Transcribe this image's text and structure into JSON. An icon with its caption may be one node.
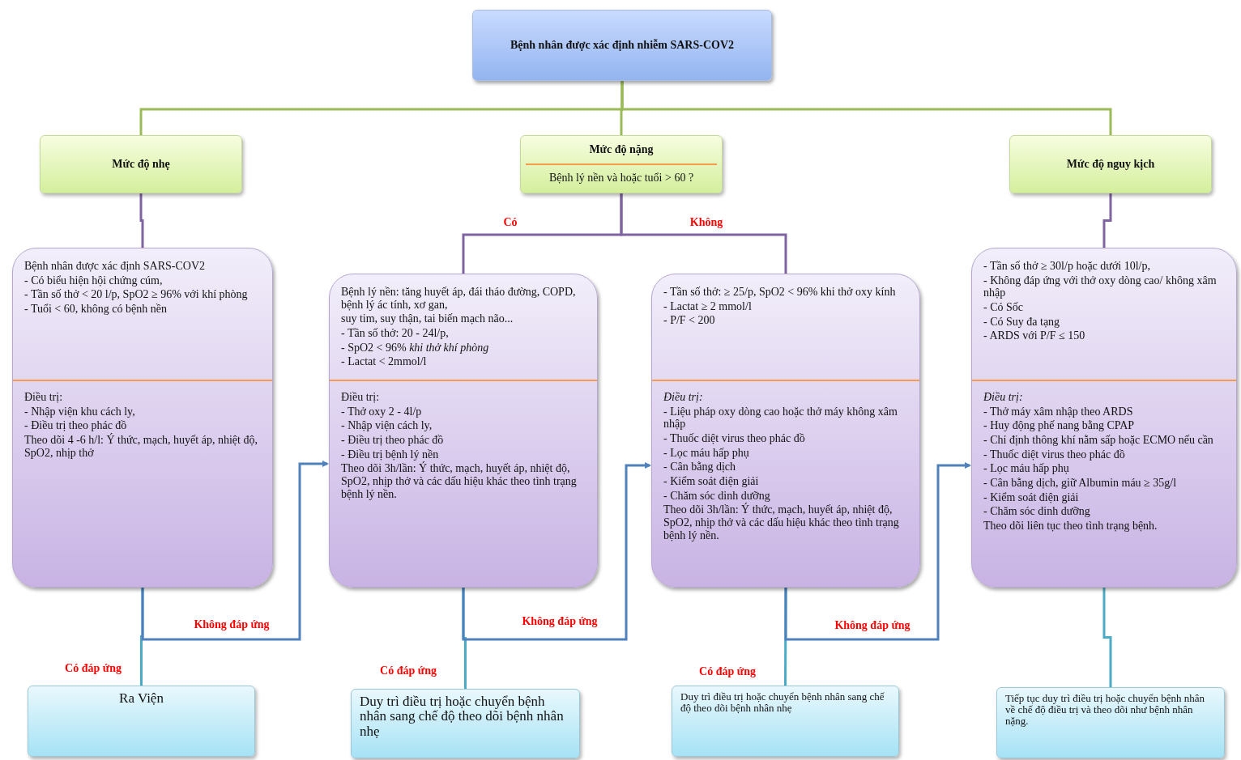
{
  "diagram": {
    "nodes": [
      {
        "text": [
          "Bệnh nhân được xác định nhiễm SARS-COV2"
        ]
      },
      {
        "text": [
          "Mức độ nhẹ"
        ]
      },
      {
        "text": [
          "Mức độ nặng",
          "Bệnh lý nền và hoặc tuổi > 60 ?"
        ]
      },
      {
        "text": [
          "Mức độ nguy kịch"
        ]
      },
      {
        "text": [
          "Bệnh nhân được xác định SARS-COV2",
          "- Có biểu hiện hội chứng cúm,",
          "- Tần số thở < 20 l/p, SpO2 ≥ 96% với khí phòng",
          "- Tuổi < 60, không có bệnh nền",
          "Điều trị:",
          "- Nhập viện khu cách ly,",
          "- Điều trị theo phác đồ",
          "Theo dõi 4 -6 h/l: Ý thức, mạch, huyết áp, nhiệt độ, SpO2, nhịp thở"
        ]
      },
      {
        "text": [
          "Bệnh lý nền: tăng huyết áp, đái tháo đường, COPD, bệnh lý ác tính, xơ gan,",
          "suy tim, suy thận, tai biến mạch não...",
          "- Tần số thở: 20 - 24l/p,",
          "- SpO2 < 96% *khi thở khí phòng*",
          "- Lactat < 2mmol/l",
          "Điều trị:",
          "- Thở oxy 2 - 4l/p",
          "- Nhập viện cách ly,",
          "- Điều trị theo phác đồ",
          "- Điều trị bệnh lý nền",
          "Theo dõi 3h/lần: Ý thức, mạch, huyết áp, nhiệt độ, SpO2, nhịp thở và các dấu hiệu khác theo tình trạng bệnh lý nền."
        ]
      },
      {
        "text": [
          "- Tần số thở: ≥ 25/p, SpO2 < 96% khi thở oxy kính",
          "- Lactat ≥ 2 mmol/l",
          "- P/F < 200",
          "Điều trị:",
          "- Liệu pháp oxy dòng cao hoặc thở máy không xâm nhập",
          "- Thuốc diệt virus theo phác đồ",
          "- Lọc máu hấp phụ",
          "- Cân bằng dịch",
          "- Kiểm soát điện giải",
          "- Chăm sóc dinh dưỡng",
          "Theo dõi 3h/lần: Ý thức, mạch, huyết áp, nhiệt độ, SpO2, nhịp thở và các dấu hiệu khác theo tình trạng bệnh lý nền."
        ]
      },
      {
        "text": [
          "- Tần số thở ≥ 30l/p hoặc dưới 10l/p,",
          "- Không đáp ứng với thở oxy dòng cao/ không xâm nhập",
          "- Có Sốc",
          "- Có Suy đa tạng",
          "- ARDS với P/F ≤ 150",
          "Điều trị:",
          "- Thở máy xâm nhập theo ARDS",
          "- Huy động phế nang bằng CPAP",
          "- Chỉ định thông khí nằm sấp hoặc ECMO nếu cần",
          "- Thuốc diệt virus theo phác đồ",
          "- Lọc máu hấp phụ",
          "- Cân bằng dịch, giữ Albumin máu ≥ 35g/l",
          "- Kiểm soát điện giải",
          "- Chăm sóc dinh dưỡng",
          "Theo dõi liên tục theo tình trạng bệnh."
        ]
      },
      {
        "text": [
          "Ra Viện"
        ]
      },
      {
        "text": [
          "Duy trì điều trị hoặc chuyển bệnh nhân sang chế độ theo dõi bệnh nhân nhẹ"
        ]
      },
      {
        "text": [
          "Duy trì điều trị hoặc chuyển bệnh nhân sang chế độ theo dõi bệnh nhân nhẹ"
        ]
      },
      {
        "text": [
          "Tiếp tục duy trì điều trị hoặc chuyển bệnh nhân về chế độ điều trị và theo dõi như bệnh nhân nặng."
        ]
      }
    ],
    "edges": [
      {
        "from": 0,
        "to": 1,
        "arrow": "none",
        "color": "#9bbb59"
      },
      {
        "from": 0,
        "to": 2,
        "arrow": "none",
        "color": "#9bbb59"
      },
      {
        "from": 0,
        "to": 3,
        "arrow": "none",
        "color": "#9bbb59"
      },
      {
        "from": 1,
        "to": 4,
        "arrow": "none",
        "color": "#8064a2"
      },
      {
        "from": 2,
        "to": 5,
        "arrow": "none",
        "label": "Có",
        "color": "#8064a2"
      },
      {
        "from": 2,
        "to": 6,
        "arrow": "none",
        "label": "Không",
        "color": "#8064a2"
      },
      {
        "from": 3,
        "to": 7,
        "arrow": "none",
        "color": "#8064a2"
      },
      {
        "from": 4,
        "to": 8,
        "arrow": "none",
        "label": "Có đáp ứng",
        "color": "#4bacc6"
      },
      {
        "from": 4,
        "to": 5,
        "arrow": "to",
        "label": "Không đáp ứng",
        "color": "#4f81bd"
      },
      {
        "from": 5,
        "to": 9,
        "arrow": "none",
        "label": "Có đáp ứng",
        "color": "#4bacc6"
      },
      {
        "from": 5,
        "to": 6,
        "arrow": "to",
        "label": "Không đáp ứng",
        "color": "#4f81bd"
      },
      {
        "from": 6,
        "to": 10,
        "arrow": "none",
        "label": "Có đáp ứng",
        "color": "#4bacc6"
      },
      {
        "from": 6,
        "to": 7,
        "arrow": "to",
        "label": "Không đáp ứng",
        "color": "#4f81bd"
      },
      {
        "from": 7,
        "to": 11,
        "arrow": "none",
        "color": "#4bacc6"
      }
    ]
  }
}
